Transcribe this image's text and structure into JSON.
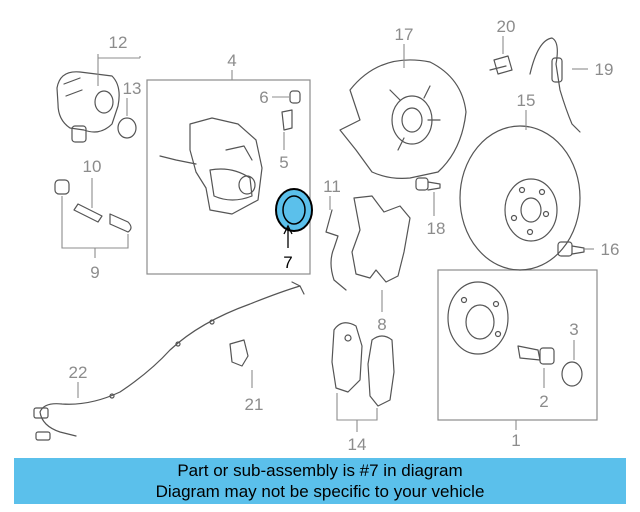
{
  "diagram": {
    "highlight_color": "#5bc0eb",
    "highlighted_part": "7",
    "callouts": {
      "c1": "1",
      "c2": "2",
      "c3": "3",
      "c4": "4",
      "c5": "5",
      "c6": "6",
      "c7": "7",
      "c8": "8",
      "c9": "9",
      "c10": "10",
      "c11": "11",
      "c12": "12",
      "c13": "13",
      "c14": "14",
      "c15": "15",
      "c16": "16",
      "c17": "17",
      "c18": "18",
      "c19": "19",
      "c20": "20",
      "c21": "21",
      "c22": "22"
    }
  },
  "banner": {
    "line1": "Part or sub-assembly is #7 in diagram",
    "line2": "Diagram may not be specific to your vehicle",
    "color": "#5bc0eb"
  }
}
